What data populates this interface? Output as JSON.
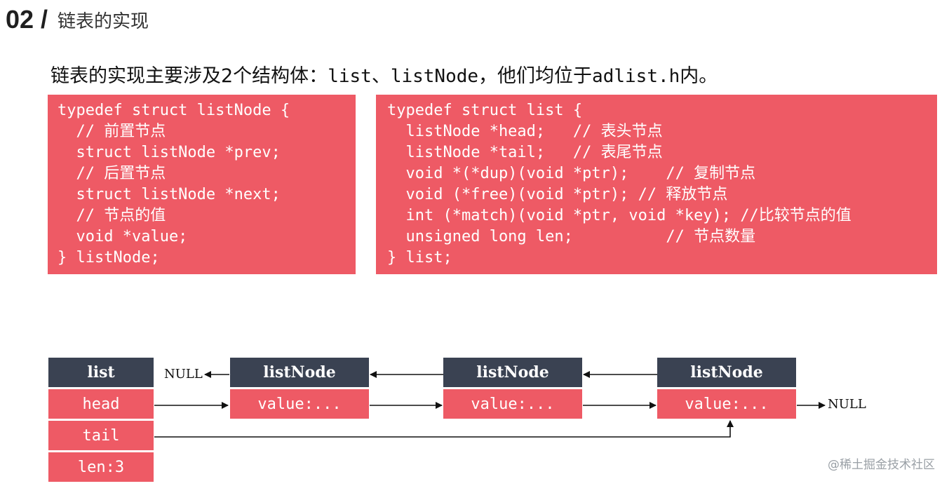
{
  "header": {
    "number": "02 /",
    "title": "链表的实现"
  },
  "intro": {
    "prefix": "链表的实现主要涉及2个结构体：",
    "code1": "list",
    "sep": "、",
    "code2": "listNode",
    "middle": "，他们均位于",
    "code3": "adlist.h",
    "suffix": "内。"
  },
  "code_left": "typedef struct listNode {\n  // 前置节点\n  struct listNode *prev;\n  // 后置节点\n  struct listNode *next;\n  // 节点的值\n  void *value;\n} listNode;",
  "code_right": "typedef struct list {\n  listNode *head;   // 表头节点\n  listNode *tail;   // 表尾节点\n  void *(*dup)(void *ptr);    // 复制节点\n  void (*free)(void *ptr); // 释放节点\n  int (*match)(void *ptr, void *key); //比较节点的值\n  unsigned long len;          // 节点数量\n} list;",
  "diagram": {
    "list_box": {
      "title": "list",
      "fields": [
        "head",
        "tail",
        "len:3"
      ]
    },
    "nodes": [
      {
        "title": "listNode",
        "value": "value:..."
      },
      {
        "title": "listNode",
        "value": "value:..."
      },
      {
        "title": "listNode",
        "value": "value:..."
      }
    ],
    "null_left": "NULL",
    "null_right": "NULL"
  },
  "watermark": "@稀土掘金技术社区"
}
